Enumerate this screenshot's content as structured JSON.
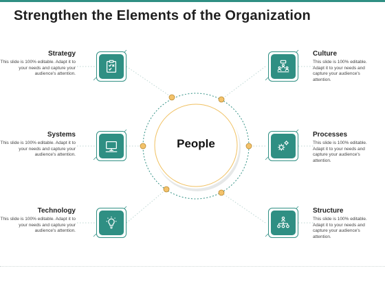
{
  "slide": {
    "title": "Strengthen the Elements of the Organization"
  },
  "center": {
    "label": "People"
  },
  "items": [
    {
      "name": "Strategy",
      "desc": "This slide is 100% editable. Adapt it to your needs and capture your audience's attention.",
      "icon": "checklist-icon"
    },
    {
      "name": "Systems",
      "desc": "This slide is 100% editable. Adapt it to your needs and capture your audience's attention.",
      "icon": "computer-icon"
    },
    {
      "name": "Technology",
      "desc": "This slide is 100% editable. Adapt it to your needs and capture your audience's attention.",
      "icon": "lightbulb-icon"
    },
    {
      "name": "Culture",
      "desc": "This slide is 100% editable. Adapt it to your needs and capture your audience's attention.",
      "icon": "team-icon"
    },
    {
      "name": "Processes",
      "desc": "This slide is 100% editable. Adapt it to your needs and capture your audience's attention.",
      "icon": "gears-icon"
    },
    {
      "name": "Structure",
      "desc": "This slide is 100% editable. Adapt it to your needs and capture your audience's attention.",
      "icon": "hierarchy-icon"
    }
  ],
  "colors": {
    "accent": "#2f8f83",
    "node": "#f3c26b",
    "ring": "#f0c060"
  }
}
